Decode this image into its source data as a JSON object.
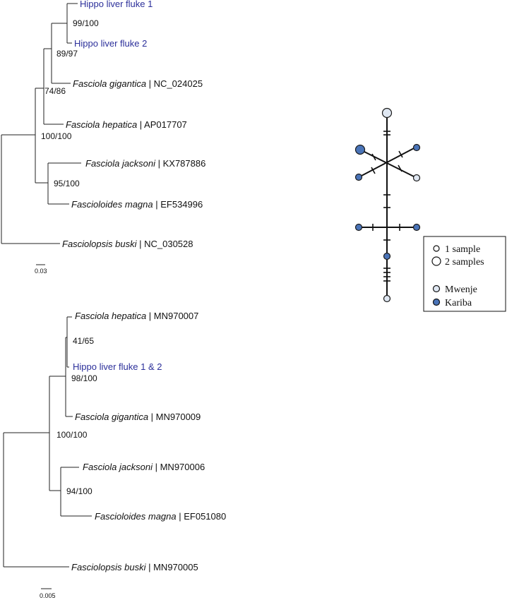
{
  "colors": {
    "line": "#222222",
    "hippo_label": "#2b2f9a",
    "mwenje": "#dfe7f2",
    "kariba": "#4a74b8",
    "node_stroke": "#1a1a1a"
  },
  "tree1": {
    "scale_label": "0.03",
    "leaves": [
      {
        "genus": "Hippo liver fluke 1",
        "accession": "",
        "hippo": true
      },
      {
        "genus": "Hippo liver fluke 2",
        "accession": "",
        "hippo": true
      },
      {
        "genus": "Fasciola gigantica",
        "accession": " | NC_024025",
        "hippo": false
      },
      {
        "genus": "Fasciola hepatica",
        "accession": " | AP017707",
        "hippo": false
      },
      {
        "genus": "Fasciola jacksoni",
        "accession": " | KX787886",
        "hippo": false
      },
      {
        "genus": "Fascioloides magna",
        "accession": " | EF534996",
        "hippo": false
      },
      {
        "genus": "Fasciolopsis buski",
        "accession": " | NC_030528",
        "hippo": false
      }
    ],
    "supports": [
      "99/100",
      "89/97",
      "74/86",
      "100/100",
      "95/100"
    ]
  },
  "tree2": {
    "scale_label": "0.005",
    "leaves": [
      {
        "genus": "Fasciola hepatica",
        "accession": " | MN970007",
        "hippo": false
      },
      {
        "genus": "Hippo liver fluke 1 & 2",
        "accession": "",
        "hippo": true
      },
      {
        "genus": "Fasciola gigantica",
        "accession": " | MN970009",
        "hippo": false
      },
      {
        "genus": "Fasciola jacksoni",
        "accession": " | MN970006",
        "hippo": false
      },
      {
        "genus": "Fascioloides magna",
        "accession": " | EF051080",
        "hippo": false
      },
      {
        "genus": "Fasciolopsis buski",
        "accession": " | MN970005",
        "hippo": false
      }
    ],
    "supports": [
      "41/65",
      "98/100",
      "100/100",
      "94/100"
    ]
  },
  "network": {
    "legend": {
      "one_sample": "1 sample",
      "two_samples": "2 samples",
      "mwenje": "Mwenje",
      "kariba": "Kariba"
    },
    "haplotypes": [
      {
        "population": "Mwenje",
        "samples": 2
      },
      {
        "population": "Kariba",
        "samples": 2
      },
      {
        "population": "Kariba",
        "samples": 1
      },
      {
        "population": "Kariba",
        "samples": 1
      },
      {
        "population": "Mwenje",
        "samples": 1
      },
      {
        "population": "Kariba",
        "samples": 1
      },
      {
        "population": "Kariba",
        "samples": 1
      },
      {
        "population": "Kariba",
        "samples": 1
      },
      {
        "population": "Mwenje",
        "samples": 1
      }
    ]
  }
}
